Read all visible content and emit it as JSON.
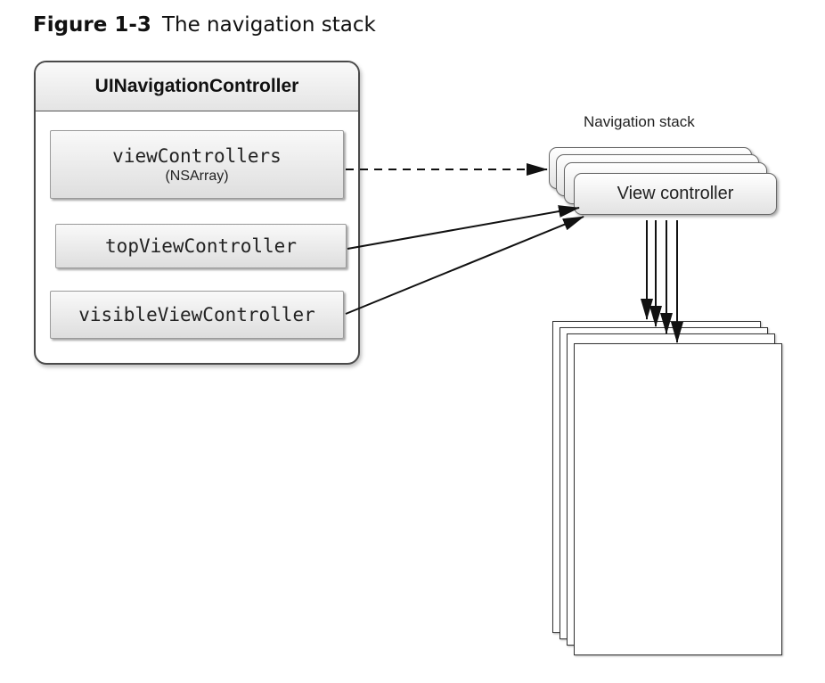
{
  "caption": {
    "figure_number": "Figure 1-3",
    "title": "The navigation stack"
  },
  "controller": {
    "title": "UINavigationController",
    "properties": [
      {
        "name": "viewControllers",
        "type": "(NSArray)"
      },
      {
        "name": "topViewController"
      },
      {
        "name": "visibleViewController"
      }
    ]
  },
  "stack": {
    "label": "Navigation stack",
    "front_card_label": "View controller"
  }
}
